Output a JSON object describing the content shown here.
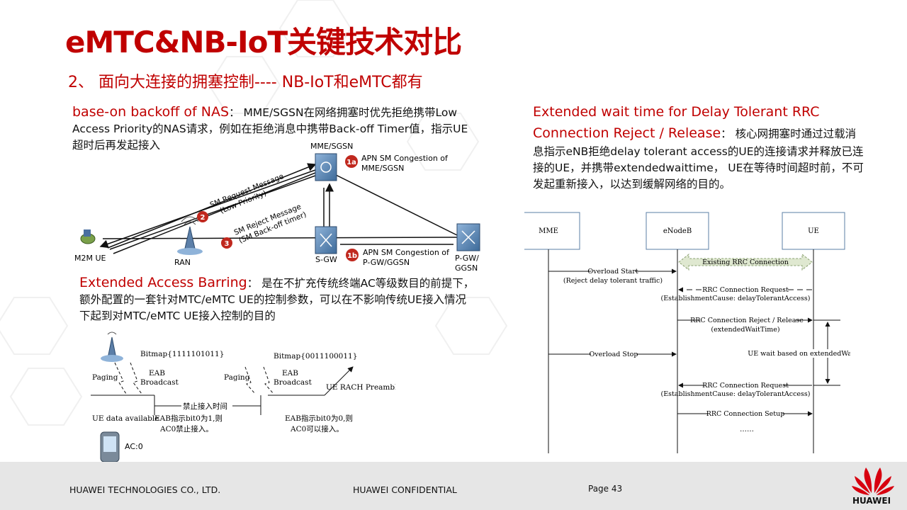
{
  "header": {
    "title": "eMTC&NB-IoT关键技术对比",
    "subtitle": "2、 面向大连接的拥塞控制---- NB-IoT和eMTC都有"
  },
  "nas": {
    "heading": "base-on backoff of NAS",
    "body": "： MME/SGSN在网络拥塞时优先拒绝携带Low Access Priority的NAS请求，例如在拒绝消息中携带Back-off Timer值，指示UE超时后再发起接入"
  },
  "eab": {
    "heading": "Extended Access Barring",
    "body": "： 是在不扩充传统终端AC等级数目的前提下， 额外配置的一套针对MTC/eMTC UE的控制参数，可以在不影响传统UE接入情况下起到对MTC/eMTC UE接入控制的目的"
  },
  "ewt": {
    "heading": "Extended wait time for Delay Tolerant RRC Connection Reject / Release",
    "body": "： 核心网拥塞时通过过载消息指示eNB拒绝delay tolerant access的UE的连接请求并释放已连接的UE，并携带extendedwaittime， UE在等待时间超时前，不可发起重新接入，以达到缓解网络的目的。"
  },
  "nas_diagram": {
    "mme_label": "MME/SGSN",
    "sgw_label": "S-GW",
    "pgw_label": "P-GW/\nGGSN",
    "ran_label": "RAN",
    "ue_label": "M2M UE",
    "badge_1a": "1a",
    "badge_1b": "1b",
    "badge_2": "2",
    "badge_3": "3",
    "note_1a": "APN SM Congestion of\nMME/SGSN",
    "note_1b": "APN SM Congestion of\nP-GW/GGSN",
    "msg_2": "SM Request Message\n(Low Priority)",
    "msg_3": "SM Reject Message\n(SM Back-off timer)"
  },
  "eab_diagram": {
    "bitmap1": "Bitmap{1111101011}",
    "bitmap2": "Bitmap{0011100011}",
    "eab": "EAB\nBroadcast",
    "paging": "Paging",
    "preamble": "UE RACH Preamble",
    "barred": "禁止接入时间",
    "ue_data": "UE data available",
    "note1": "EAB指示bit0为1,则\nAC0禁止接入。",
    "note2": "EAB指示bit0为0,则\nAC0可以接入。",
    "ac": "AC:0"
  },
  "seq": {
    "mme": "MME",
    "enb": "eNodeB",
    "ue": "UE",
    "existing": "Existing RRC Connection",
    "overload_start": "Overload Start",
    "reject_traffic": "(Reject delay tolerant traffic)",
    "req1": "RRC Connection Request",
    "cause1": "(EstablishmentCause: delayTolerantAccess)",
    "reject": "RRC Connection Reject / Release",
    "ewt": "(extendedWaitTime)",
    "ue_wait": "UE wait based on extendedWaitTime",
    "overload_stop": "Overload Stop",
    "req2": "RRC Connection Request",
    "cause2": "(EstablishmentCause: delayTolerantAccess)",
    "setup": "RRC Connection Setup",
    "dots": "……"
  },
  "footer": {
    "company": "HUAWEI TECHNOLOGIES CO., LTD.",
    "confidential": "HUAWEI CONFIDENTIAL",
    "page": "Page 43",
    "logo": "HUAWEI"
  },
  "colors": {
    "accent": "#c00000",
    "badge": "#c0281e",
    "footer_bg": "#e6e6e6",
    "box": "#5b7fa6"
  }
}
